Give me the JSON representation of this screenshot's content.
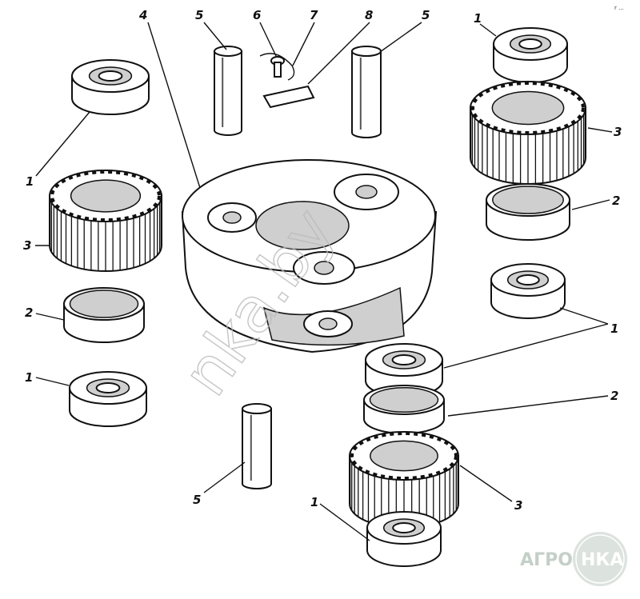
{
  "diagram": {
    "title_labels": {
      "carrier": "4",
      "pin_top_left": "5",
      "screw": "6",
      "wire": "7",
      "lock_plate": "8",
      "pin_top_right": "5",
      "bearing_top_right": "1",
      "gear_right": "3",
      "ring_right": "2",
      "bearing_right": "1",
      "ring_bottom": "2",
      "gear_bottom": "3",
      "bearing_bottom": "1",
      "pin_bottom": "5",
      "bearing_top_left": "1",
      "gear_left": "3",
      "ring_left": "2",
      "bearing_left": "1"
    },
    "corner_mark": "r ..."
  },
  "watermark": "nka.by",
  "logo": {
    "left": "АГРО",
    "right": "НКА"
  },
  "colors": {
    "ink": "#111111",
    "logo": "#c4cfc8"
  }
}
